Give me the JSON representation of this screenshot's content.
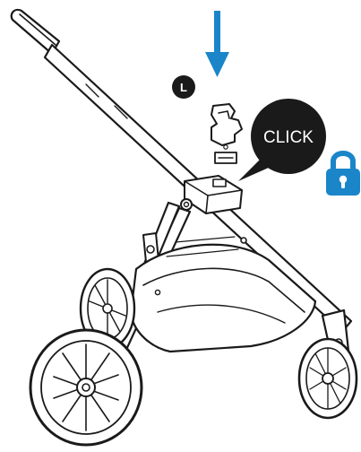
{
  "instruction": {
    "step_badge": "L",
    "click_label": "CLICK",
    "arrow_color": "#1a86c9",
    "lock_color": "#1a86c9",
    "badge_color": "#1a1a1a"
  },
  "icons": [
    "down-arrow-icon",
    "padlock-icon",
    "adapter-clip-icon",
    "stroller-chassis-illustration"
  ]
}
